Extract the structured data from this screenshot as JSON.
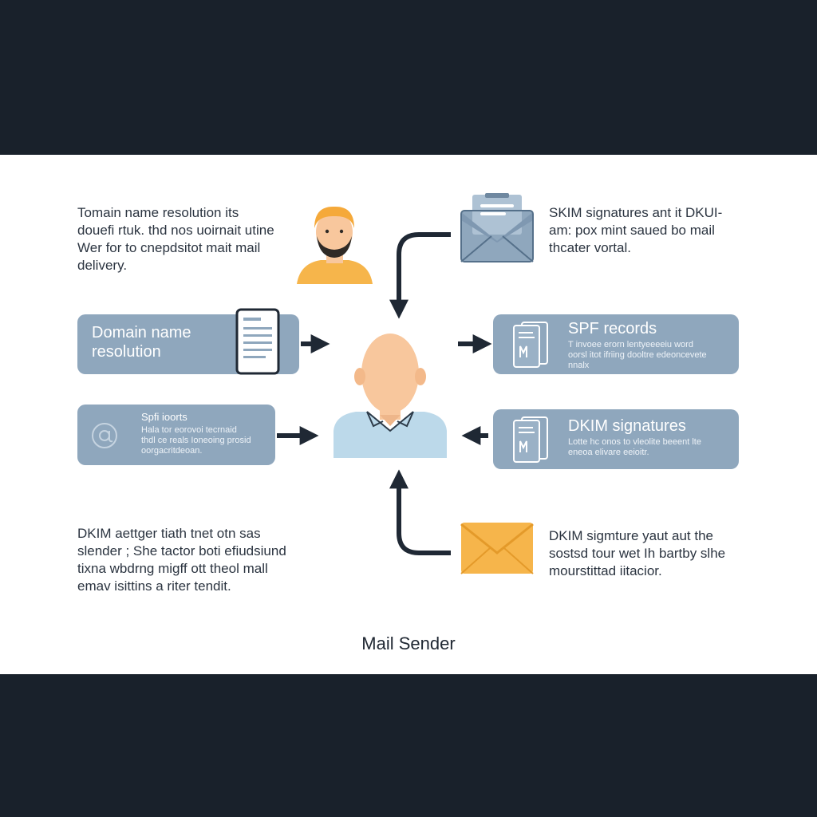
{
  "diagram": {
    "notes": {
      "top_left": [
        "Tomain name resolution its",
        "douefi rtuk. thd nos uoirnait utine",
        "Wer for to cnepdsitot mait mail",
        "delivery."
      ],
      "top_right": [
        "SKIM signatures ant it DKUI-",
        "am: pox mint saued bo mail",
        "thcater vortal."
      ],
      "bottom_left": [
        "DKIM aettger tiath tnet otn sas",
        "slender ; She tactor boti efiudsiund",
        "tixna wbdrng migff ott theol mall",
        "emav isittins a riter tendit."
      ],
      "bottom_right": [
        "DKIM sigmture yaut aut the",
        "sostsd tour wet Ih bartby slhe",
        "mourstittad iitacior."
      ]
    },
    "cards": {
      "domain": {
        "title_lines": [
          "Domain name",
          "resolution"
        ]
      },
      "spf_ports": {
        "title": "Spfi ioorts",
        "desc": [
          "Hala tor eorovoi tecrnaid",
          "thdl ce reals Ioneoing prosid",
          "oorgacritdeoan."
        ]
      },
      "spf_records": {
        "title": "SPF records",
        "desc": [
          "T invoee erorn lentyeeeeiu word",
          "oorsl itot ifriing dooltre edeoncevete",
          "nnalx"
        ]
      },
      "dkim": {
        "title": "DKIM signatures",
        "desc": [
          "Lotte hc onos to vleolite beeent lte",
          "eneoa elivare eeioitr."
        ]
      }
    },
    "center_label": "Mail Sender",
    "colors": {
      "card": "#8fa7bd",
      "accent_orange": "#f6b54b",
      "skin": "#f8c79d",
      "shirt": "#bcd9ea",
      "arrow": "#1f2834"
    },
    "icons": [
      "user-avatar-icon",
      "open-envelope-icon",
      "document-icon",
      "at-sign-icon",
      "document-pair-icon",
      "closed-envelope-icon",
      "mail-sender-person-icon"
    ]
  }
}
